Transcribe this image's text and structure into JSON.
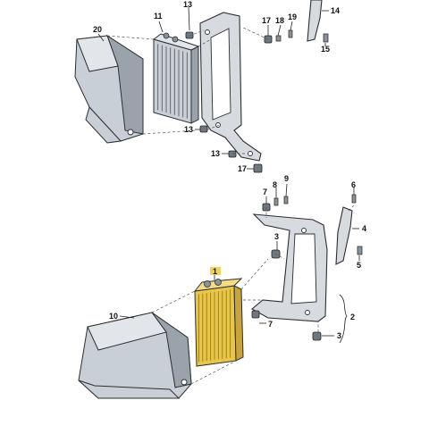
{
  "diagram": {
    "highlight_color": "#e8c64a",
    "part_color": "#c9cfd6",
    "labels": {
      "p1": "1",
      "p2": "2",
      "p3a": "3",
      "p3b": "3",
      "p4": "4",
      "p5": "5",
      "p6": "6",
      "p7a": "7",
      "p7b": "7",
      "p8": "8",
      "p9": "9",
      "p10": "10",
      "p11": "11",
      "p13a": "13",
      "p13b": "13",
      "p13c": "13",
      "p14": "14",
      "p15": "15",
      "p17a": "17",
      "p17b": "17",
      "p18": "18",
      "p19": "19",
      "p20": "20"
    }
  }
}
